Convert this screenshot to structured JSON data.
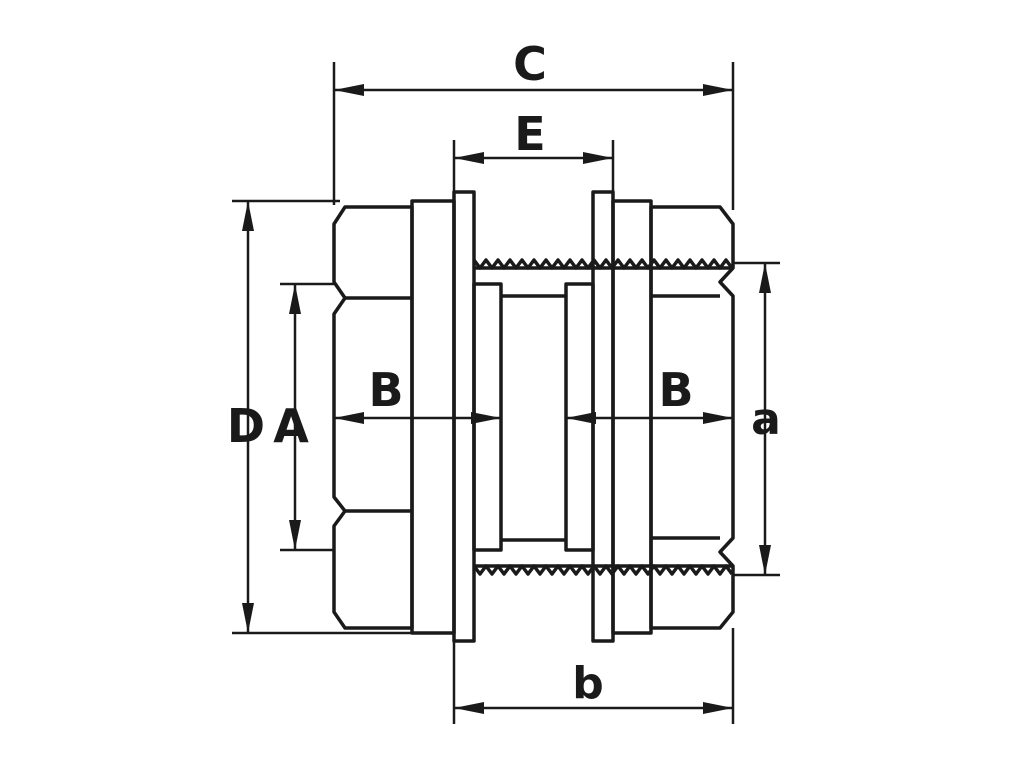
{
  "labels": {
    "C": "C",
    "E": "E",
    "D": "D",
    "A": "A",
    "B_left": "B",
    "B_right": "B",
    "a": "a",
    "b": "b"
  },
  "colors": {
    "ink": "#1a1a1a",
    "background": "#ffffff"
  }
}
